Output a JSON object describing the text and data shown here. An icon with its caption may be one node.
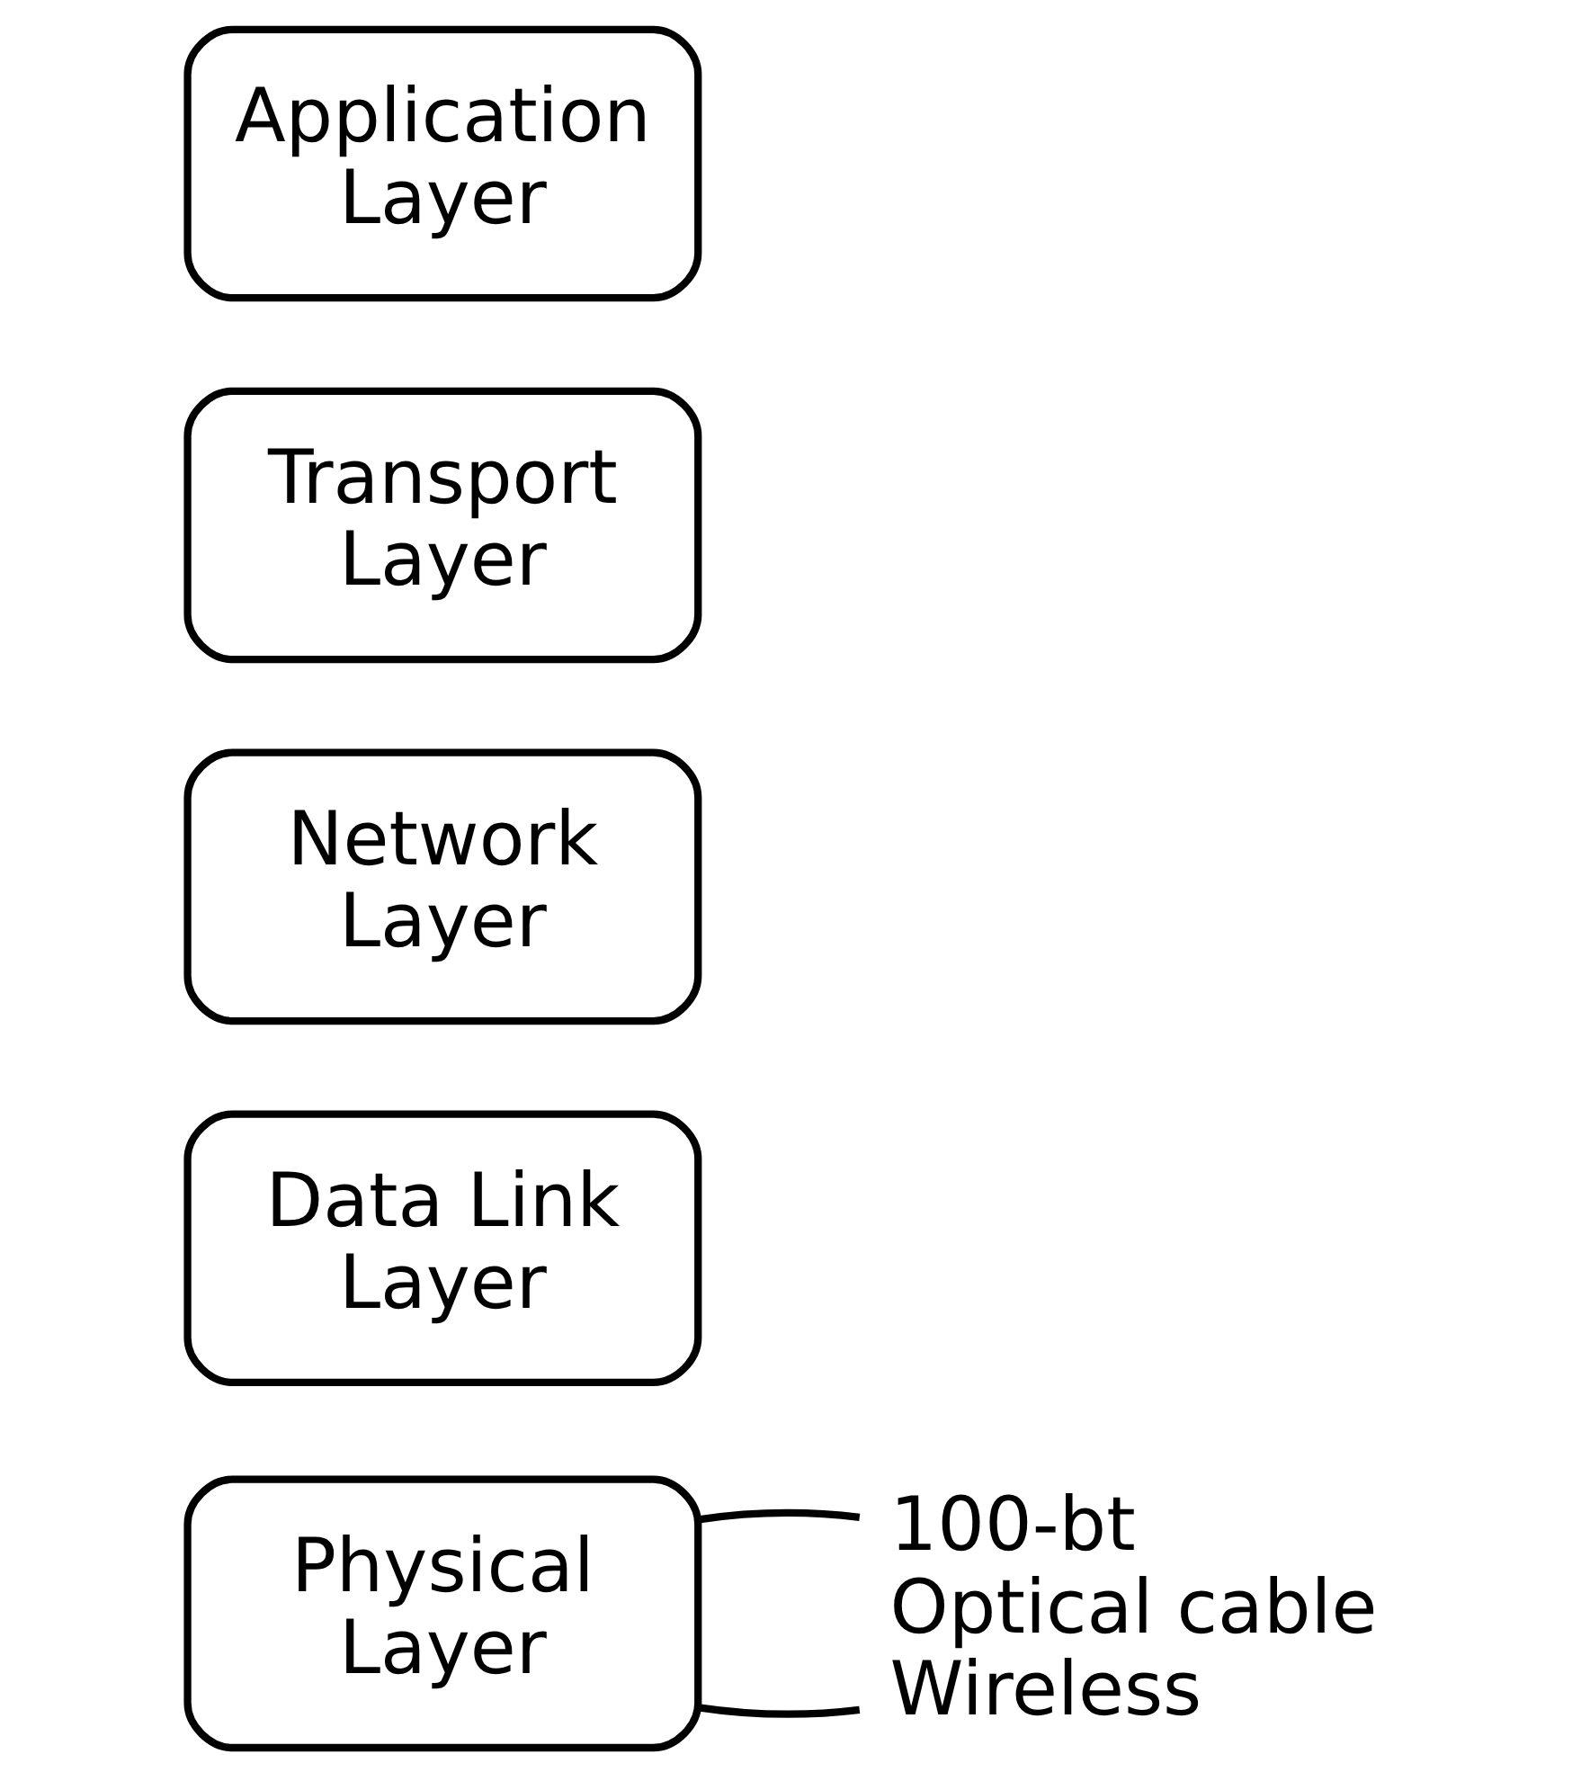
{
  "diagram": {
    "nodes": [
      {
        "text": [
          "Application Layer"
        ]
      },
      {
        "text": [
          "Transport Layer"
        ]
      },
      {
        "text": [
          "Network Layer"
        ]
      },
      {
        "text": [
          "Data Link Layer"
        ]
      },
      {
        "text": [
          "Physical Layer"
        ]
      },
      {
        "text": [
          "100-bt",
          "Optical cable",
          "Wireless"
        ]
      }
    ],
    "edges": [
      {
        "from": 4,
        "to": 5,
        "arrow": "none"
      },
      {
        "from": 4,
        "to": 5,
        "arrow": "none"
      }
    ]
  }
}
